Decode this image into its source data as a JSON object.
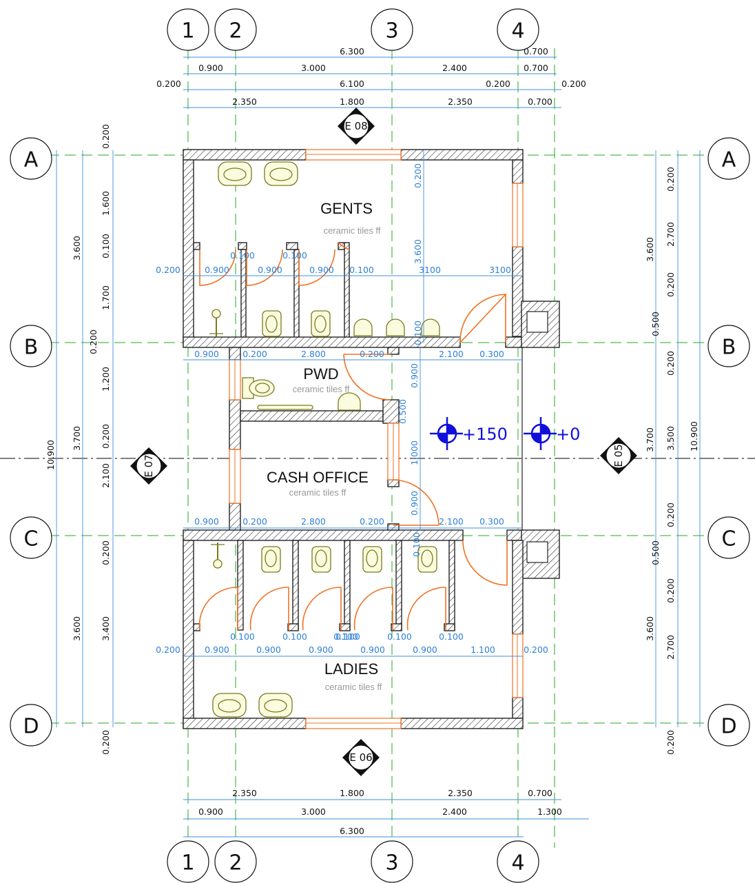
{
  "rooms": {
    "gents": {
      "name": "GENTS",
      "finish": "ceramic tiles ff"
    },
    "pwd": {
      "name": "PWD",
      "finish": "ceramic tiles ff"
    },
    "cash_office": {
      "name": "CASH OFFICE",
      "finish": "ceramic tiles ff"
    },
    "ladies": {
      "name": "LADIES",
      "finish": "ceramic tiles ff"
    }
  },
  "grid": {
    "columns": [
      "1",
      "2",
      "3",
      "4"
    ],
    "rows": [
      "A",
      "B",
      "C",
      "D"
    ]
  },
  "levels": {
    "inside": "+150",
    "outside": "+0"
  },
  "elevations": {
    "north": "E 08",
    "south": "E 06",
    "west": "E 07",
    "east": "E 05"
  },
  "dims_top": {
    "row1": [
      "6.300",
      "0.700"
    ],
    "row2": [
      "0.900",
      "3.000",
      "2.400",
      "0.700"
    ],
    "row3": [
      "0.200",
      "6.100",
      "0.200",
      "0.200"
    ],
    "row4": [
      "2.350",
      "1.800",
      "2.350",
      "0.700"
    ]
  },
  "dims_bottom": {
    "row1": [
      "2.350",
      "1.800",
      "2.350",
      "0.700"
    ],
    "row2": [
      "0.900",
      "3.000",
      "2.400",
      "1.300"
    ],
    "row3": [
      "6.300"
    ]
  },
  "dims_left": {
    "total": "10.900",
    "mid": [
      "3.600",
      "3.700",
      "3.600"
    ],
    "inner": [
      "0.200",
      "1.600",
      "0.100",
      "1.700",
      "0.200",
      "1.200",
      "0.200",
      "2.100",
      "0.200",
      "3.400",
      "0.200"
    ]
  },
  "dims_right": {
    "total": "10.900",
    "mid": [
      "3.600",
      "3.700",
      "3.600"
    ],
    "inner": [
      "0.200",
      "2.700",
      "0.200",
      "0.500",
      "0.200",
      "3.500",
      "0.200",
      "0.500",
      "0.200",
      "2.700",
      "0.200"
    ]
  },
  "dims_interior": {
    "gents_row": [
      "0.200",
      "0.900",
      "0.100",
      "0.900",
      "0.100",
      "0.900",
      "0.100",
      "3100",
      "3100"
    ],
    "gents_vert": [
      "0.200",
      "3.600",
      "0.100"
    ],
    "b_row": [
      "0.900",
      "0.200",
      "2.800",
      "0.200",
      "2.100",
      "0.300"
    ],
    "pwd_vert": [
      "0.900",
      "0.500",
      "1.000",
      "0.900"
    ],
    "c_row": [
      "0.900",
      "0.200",
      "2.800",
      "0.200",
      "2.100",
      "0.300"
    ],
    "c_vert": [
      "0.100"
    ],
    "ladies_row": [
      "0.100",
      "0.100",
      "0.100",
      "0.100",
      "0.100",
      "0.100",
      "0.200",
      "0.900",
      "0.900",
      "0.900",
      "0.900",
      "0.900",
      "1.100",
      "0.200"
    ]
  }
}
